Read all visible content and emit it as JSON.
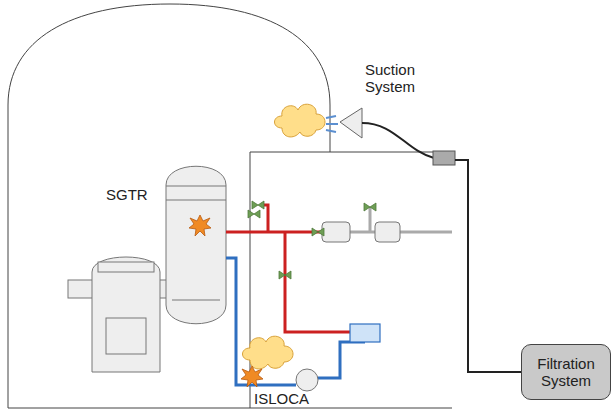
{
  "diagram": {
    "nodes": [
      {
        "text": [
          "Filtration System"
        ]
      }
    ],
    "labels": [
      "SGTR",
      "Suction System",
      "ISLOCA"
    ]
  }
}
